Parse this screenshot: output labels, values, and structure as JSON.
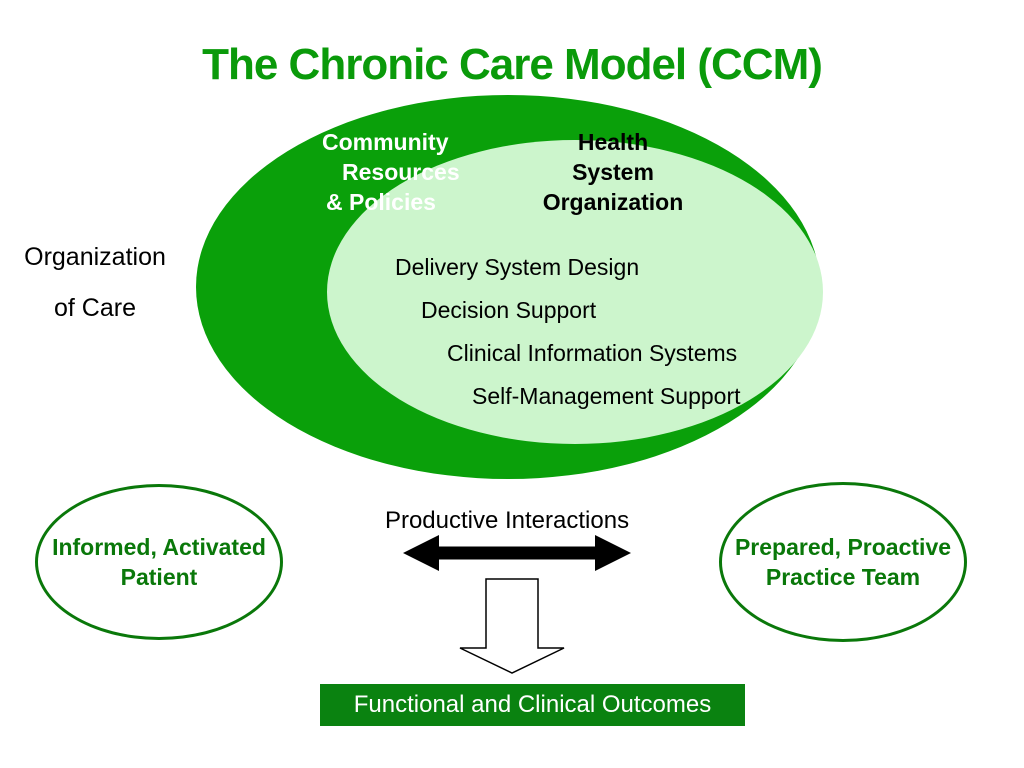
{
  "title": "The Chronic Care Model (CCM)",
  "colors": {
    "bright_green": "#0aa00a",
    "light_green": "#ccf5cc",
    "dark_green": "#0a780a",
    "bar_green": "#0a8210",
    "title_green": "#0a9a0a",
    "white": "#ffffff",
    "black": "#000000"
  },
  "model": {
    "community_label": {
      "line1": "Community",
      "line2": "Resources",
      "line3": "& Policies"
    },
    "health_label": {
      "line1": "Health",
      "line2": "System",
      "line3": "Organization"
    },
    "components": [
      "Delivery System Design",
      "Decision Support",
      "Clinical Information Systems",
      "Self-Management Support"
    ],
    "organization_label": {
      "line1": "Organization",
      "line2": "of Care"
    }
  },
  "interaction": {
    "label": "Productive Interactions"
  },
  "patient_ellipse": {
    "line1": "Informed, Activated",
    "line2": "Patient"
  },
  "team_ellipse": {
    "line1": "Prepared, Proactive",
    "line2": "Practice Team"
  },
  "outcomes_bar": {
    "label": "Functional and Clinical Outcomes"
  }
}
